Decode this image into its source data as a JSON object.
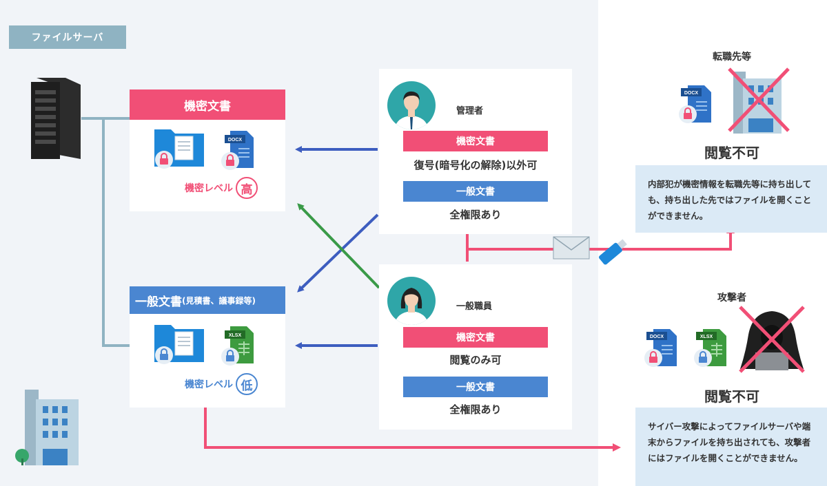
{
  "server_label": "ファイルサーバ",
  "confidential": {
    "header": "機密文書",
    "level_text": "機密レベル",
    "level_char": "高",
    "file_type": "DOCX"
  },
  "general": {
    "header_main": "一般文書",
    "header_sub": "(見積書、議事録等)",
    "level_text": "機密レベル",
    "level_char": "低",
    "file_type": "XLSX"
  },
  "admin": {
    "role": "管理者",
    "conf_label": "機密文書",
    "conf_perm": "復号(暗号化の解除)以外可",
    "gen_label": "一般文書",
    "gen_perm": "全権限あり"
  },
  "staff": {
    "role": "一般職員",
    "conf_label": "機密文書",
    "conf_perm": "閲覧のみ可",
    "gen_label": "一般文書",
    "gen_perm": "全権限あり"
  },
  "job_change": {
    "title": "転職先等",
    "file_type": "DOCX",
    "status": "閲覧不可",
    "note": "内部犯が機密情報を転職先等に持ち出しても、持ち出した先ではファイルを開くことができません。"
  },
  "attacker": {
    "title": "攻撃者",
    "file_type_1": "DOCX",
    "file_type_2": "XLSX",
    "status": "閲覧不可",
    "note": "サイバー攻撃によってファイルサーバや端末からファイルを持ち出されても、攻撃者にはファイルを開くことができません。"
  },
  "colors": {
    "pink": "#f14f76",
    "blue": "#4a86d1",
    "green": "#3a9a48",
    "dark_blue": "#3d5dbf",
    "teal": "#2fa6a8",
    "line_gray": "#8fb3c2"
  }
}
